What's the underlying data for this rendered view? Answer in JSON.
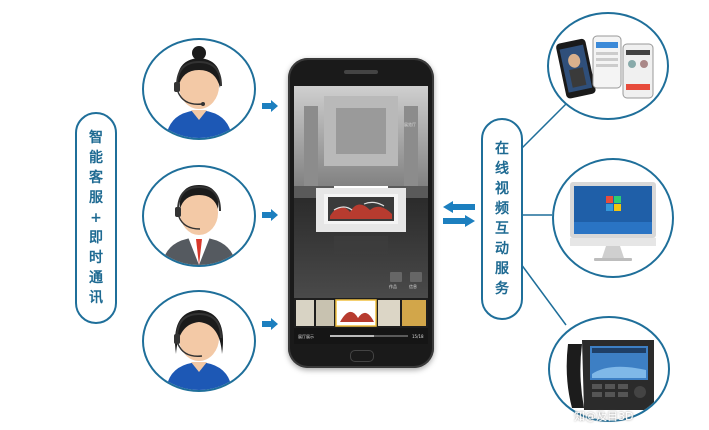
{
  "left_label": [
    "智",
    "能",
    "客",
    "服",
    "+",
    "即",
    "时",
    "通",
    "讯"
  ],
  "right_label": [
    "在",
    "线",
    "视",
    "频",
    "互",
    "动",
    "服",
    "务"
  ],
  "phone": {
    "top_right_text": "展览厅",
    "btn_works": "作品",
    "btn_info": "信息",
    "bottom_left_text": "展厅展示",
    "bottom_right_text": "15/18"
  },
  "watermark": "知@及目3D",
  "colors": {
    "accent": "#1f6f9a",
    "arrow": "#1c7fbf"
  },
  "icons": [
    "customer-service-agent-icon",
    "male-agent-icon",
    "double-arrow-icon",
    "desktop-computer-icon",
    "desk-phone-icon",
    "mobile-app-screens-icon"
  ]
}
